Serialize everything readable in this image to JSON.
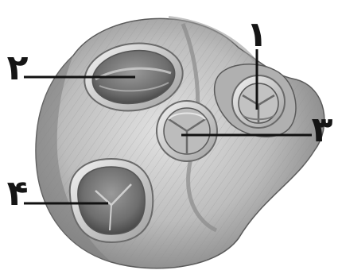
{
  "labels": {
    "label_1": "١",
    "label_2": "٢",
    "label_3": "٣",
    "label_4": "۴"
  },
  "colors": {
    "heart_dark": "#6a6a6a",
    "heart_mid": "#a9a9a9",
    "heart_light": "#d8d8d8",
    "leader": "#111111"
  }
}
